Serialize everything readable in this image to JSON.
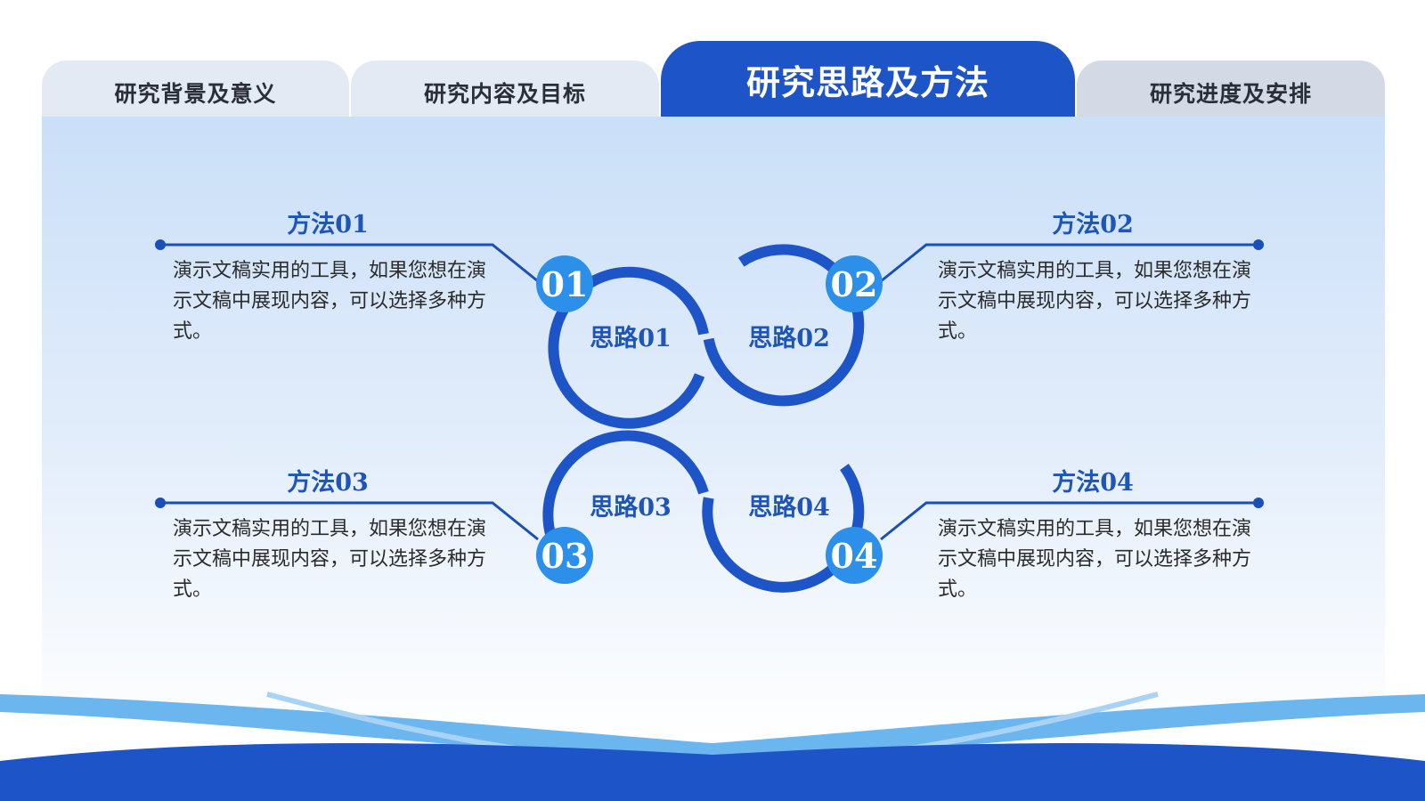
{
  "tabs": [
    {
      "label": "研究背景及意义",
      "active": false
    },
    {
      "label": "研究内容及目标",
      "active": false
    },
    {
      "label": "研究思路及方法",
      "active": true
    },
    {
      "label": "研究进度及安排",
      "active": false
    }
  ],
  "methods": [
    {
      "title": "方法01",
      "desc": "演示文稿实用的工具，如果您想在演示文稿中展现内容，可以选择多种方式。"
    },
    {
      "title": "方法02",
      "desc": "演示文稿实用的工具，如果您想在演示文稿中展现内容，可以选择多种方式。"
    },
    {
      "title": "方法03",
      "desc": "演示文稿实用的工具，如果您想在演示文稿中展现内容，可以选择多种方式。"
    },
    {
      "title": "方法04",
      "desc": "演示文稿实用的工具，如果您想在演示文稿中展现内容，可以选择多种方式。"
    }
  ],
  "ideas": [
    {
      "label": "思路01",
      "num": "01"
    },
    {
      "label": "思路02",
      "num": "02"
    },
    {
      "label": "思路03",
      "num": "03"
    },
    {
      "label": "思路04",
      "num": "04"
    }
  ],
  "colors": {
    "primary": "#1d54c7",
    "accent": "#2c8fea",
    "tab_inactive": "#e4eaf4",
    "panel_top": "#cadff8"
  }
}
